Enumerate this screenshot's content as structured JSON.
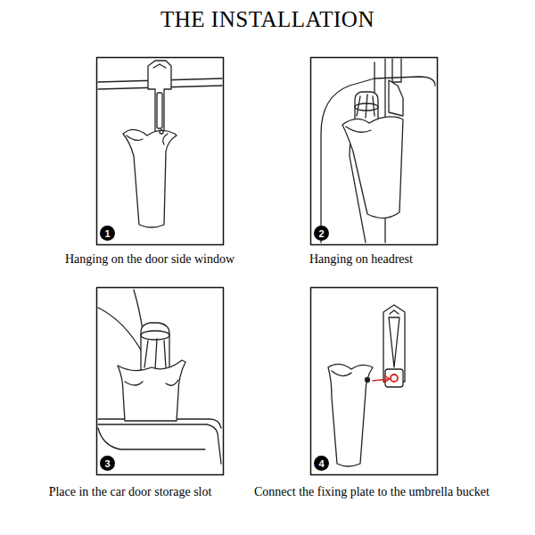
{
  "diagram": {
    "title": "THE INSTALLATION",
    "nodes": [
      {
        "text": [
          "1"
        ]
      },
      {
        "text": [
          "2"
        ]
      },
      {
        "text": [
          "3"
        ]
      },
      {
        "text": [
          "4"
        ]
      }
    ],
    "labels": [
      "Hanging on the door side window",
      "Hanging on headrest",
      "Place in the car door storage slot",
      "Connect the fixing plate to the umbrella bucket"
    ]
  }
}
